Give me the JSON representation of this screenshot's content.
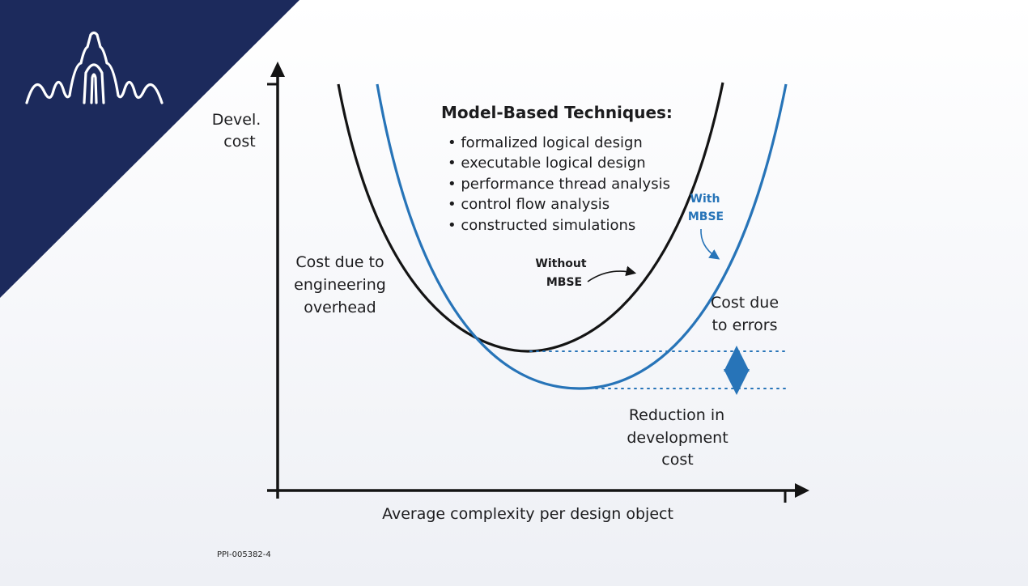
{
  "axes": {
    "y_label_lines": [
      "Devel.",
      "cost"
    ],
    "x_label": "Average complexity per design object"
  },
  "techniques": {
    "title": "Model-Based Techniques:",
    "items": [
      "formalized logical design",
      "executable logical design",
      "performance thread analysis",
      "control flow analysis",
      "constructed simulations"
    ]
  },
  "curves": {
    "without": {
      "label_lines": [
        "Without",
        "MBSE"
      ],
      "color": "#141414"
    },
    "with": {
      "label_lines": [
        "With",
        "MBSE"
      ],
      "color": "#2774b8"
    }
  },
  "annotations": {
    "overhead_lines": [
      "Cost due to",
      "engineering",
      "overhead"
    ],
    "errors_lines": [
      "Cost due",
      "to errors"
    ],
    "reduction_lines": [
      "Reduction in",
      "development",
      "cost"
    ]
  },
  "footer": {
    "code": "PPI-005382-4"
  },
  "colors": {
    "banner": "#1c2a5c",
    "accent_blue": "#2774b8",
    "ink": "#141414"
  },
  "logo": {
    "icon": "waveform-logo-icon"
  }
}
